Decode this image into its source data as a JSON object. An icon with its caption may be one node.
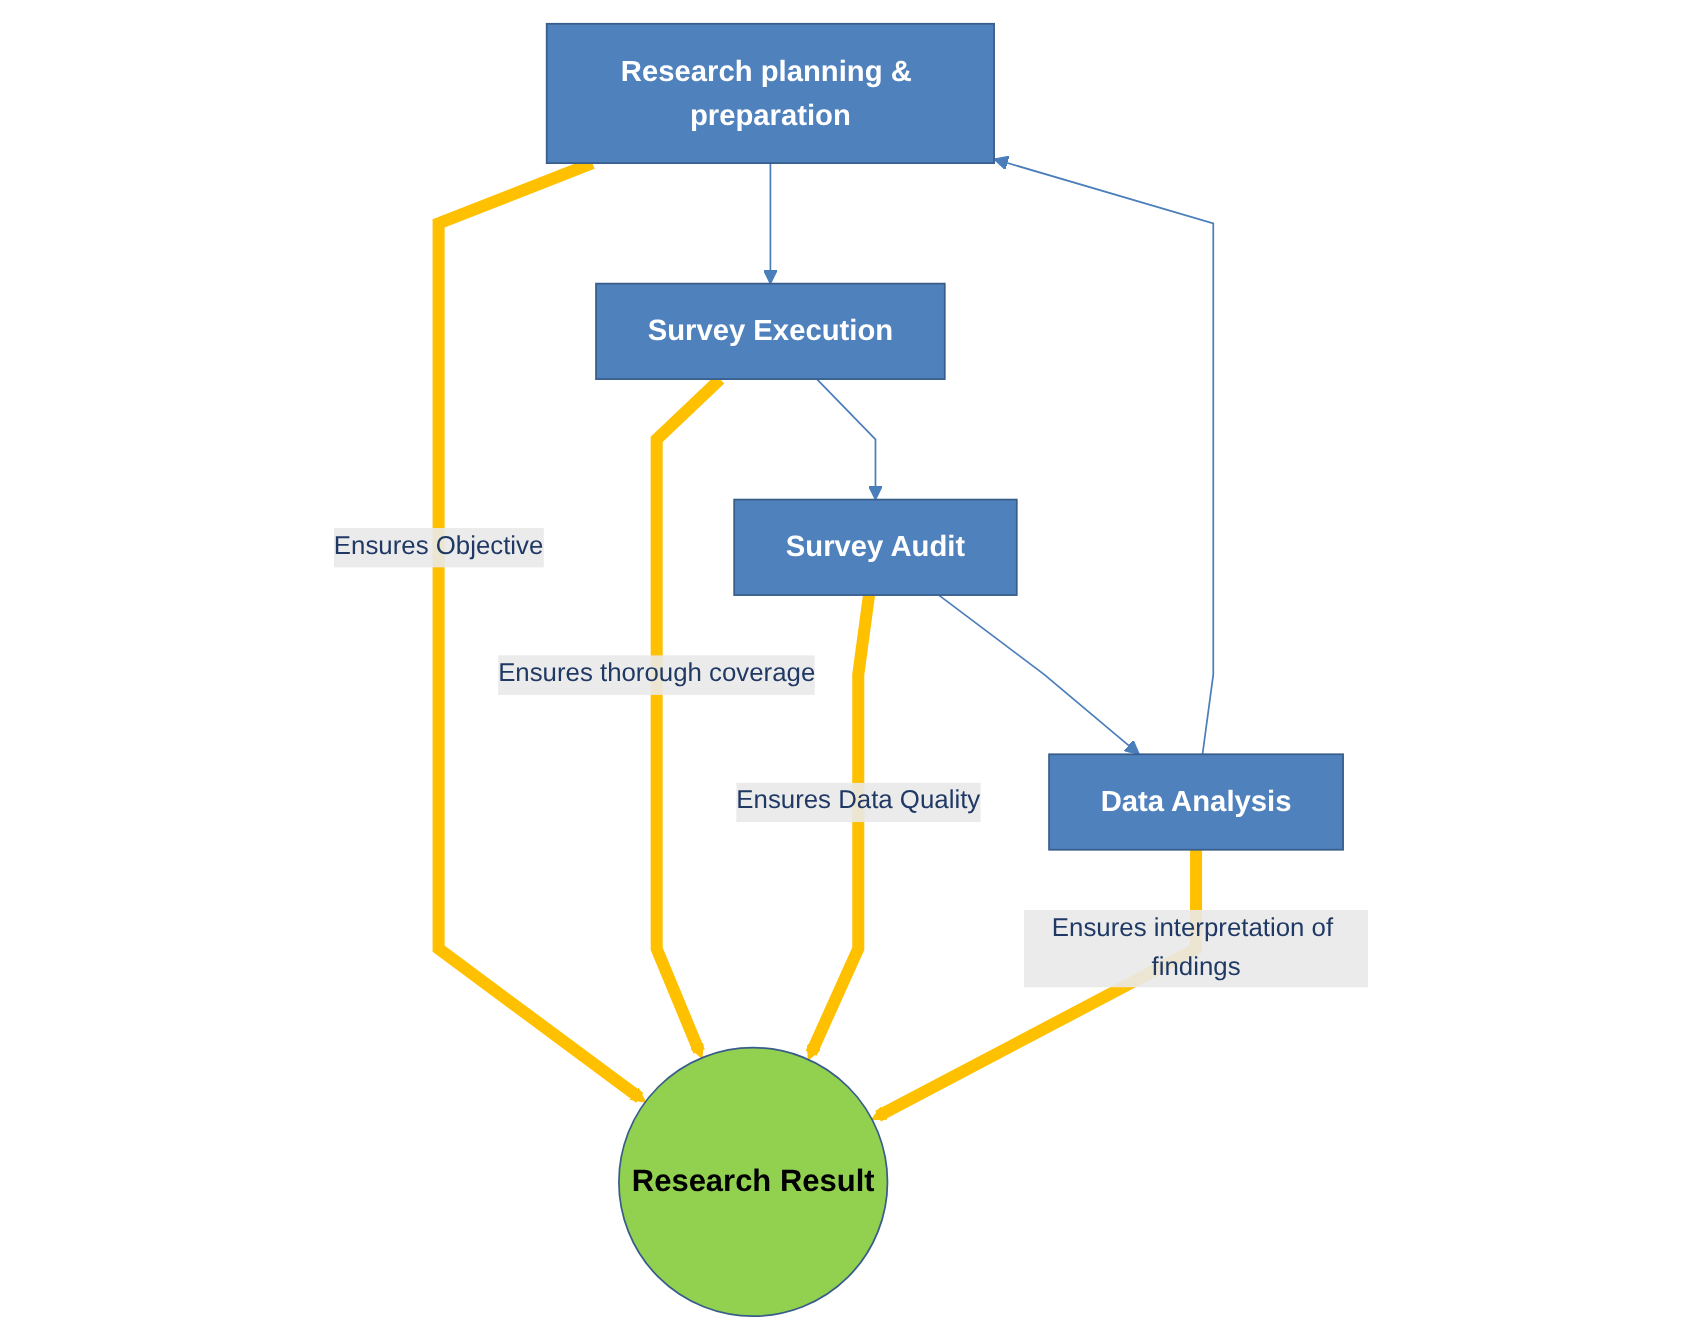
{
  "diagram": {
    "nodes": [
      {
        "text": [
          "Research planning & preparation"
        ]
      },
      {
        "text": [
          "Survey Execution"
        ]
      },
      {
        "text": [
          "Research Result"
        ]
      },
      {
        "text": [
          "Data Analysis"
        ]
      },
      {
        "text": [
          "Survey Audit"
        ]
      }
    ],
    "edges": [
      {
        "from": 0,
        "to": 2,
        "arrow": "to",
        "label": "Ensures Objective",
        "style": "thick",
        "color": "#ffc000"
      },
      {
        "from": 1,
        "to": 2,
        "arrow": "to",
        "label": "Ensures thorough coverage",
        "style": "thick",
        "color": "#ffc000"
      },
      {
        "from": 3,
        "to": 2,
        "arrow": "to",
        "label": "Ensures interpretation of findings",
        "style": "thick",
        "color": "#ffc000"
      },
      {
        "from": 4,
        "to": 2,
        "arrow": "to",
        "label": "Ensures Data Quality",
        "style": "thick",
        "color": "#ffc000"
      },
      {
        "from": 0,
        "to": 1,
        "arrow": "to",
        "color": "#4a7ebb"
      },
      {
        "from": 1,
        "to": 4,
        "arrow": "to",
        "color": "#4a7ebb"
      },
      {
        "from": 4,
        "to": 3,
        "arrow": "to",
        "color": "#4a7ebb"
      },
      {
        "from": 3,
        "to": 0,
        "arrow": "to",
        "color": "#4a7ebb"
      }
    ]
  }
}
